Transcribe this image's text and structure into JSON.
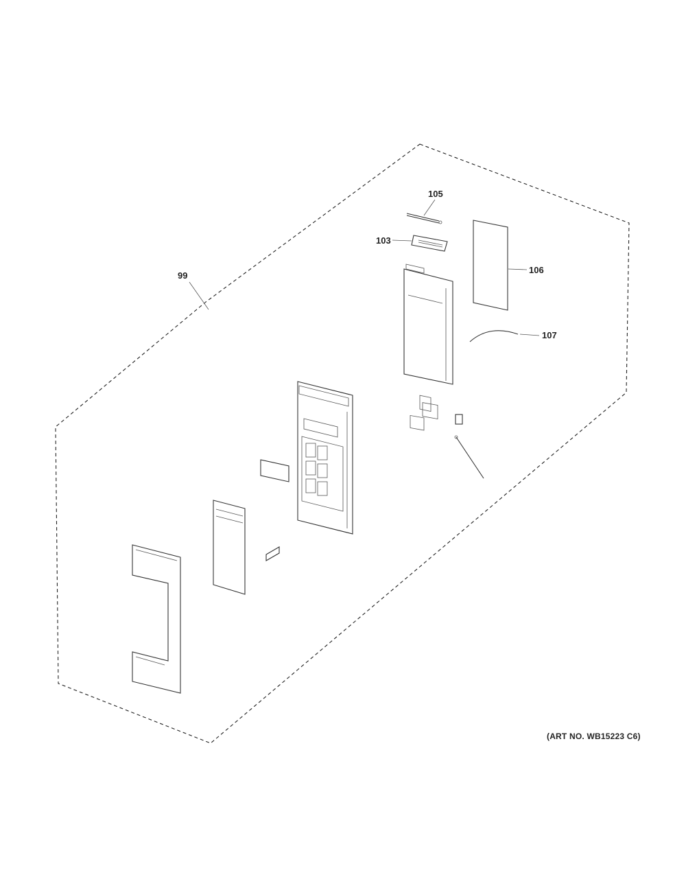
{
  "callouts": {
    "c99": "99",
    "c103": "103",
    "c105": "105",
    "c106": "106",
    "c107": "107"
  },
  "art_number": "(ART NO. WB15223 C6)",
  "colors": {
    "line": "#333333",
    "background": "#ffffff"
  }
}
